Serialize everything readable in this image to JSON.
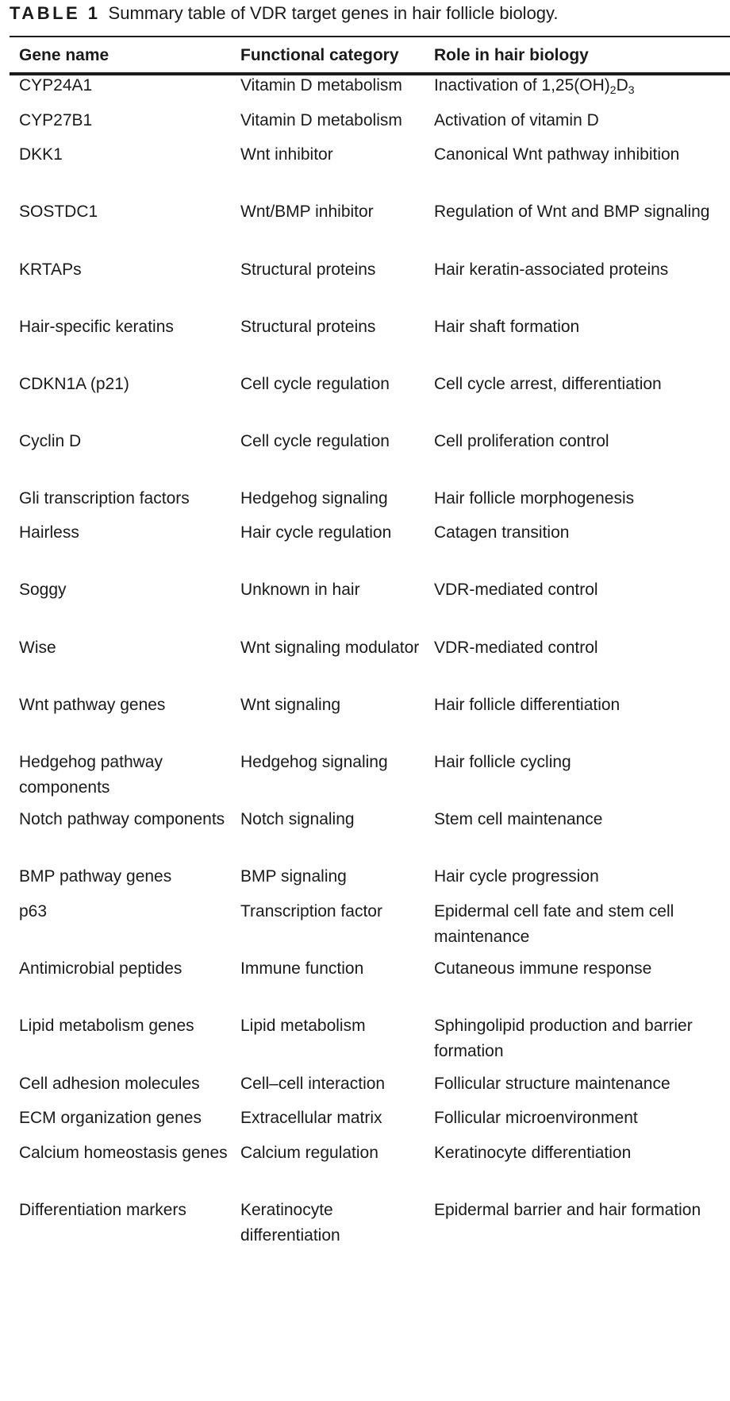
{
  "caption": {
    "label": "TABLE 1",
    "title": "Summary table of VDR target genes in hair follicle biology."
  },
  "columns": [
    "Gene name",
    "Functional category",
    "Role in hair biology"
  ],
  "rows": [
    {
      "gene": "CYP24A1",
      "category": "Vitamin D metabolism",
      "role": "Inactivation of 1,25(OH)",
      "role_sub1": "2",
      "role_mid": "D",
      "role_sub2": "3"
    },
    {
      "gene": "CYP27B1",
      "category": "Vitamin D metabolism",
      "role": "Activation of vitamin D"
    },
    {
      "gene": "DKK1",
      "category": "Wnt inhibitor",
      "role": "Canonical Wnt pathway inhibition"
    },
    {
      "gene": "SOSTDC1",
      "category": "Wnt/BMP inhibitor",
      "role": "Regulation of Wnt and BMP signaling"
    },
    {
      "gene": "KRTAPs",
      "category": "Structural proteins",
      "role": "Hair keratin-associated proteins"
    },
    {
      "gene": "Hair-specific keratins",
      "category": "Structural proteins",
      "role": "Hair shaft formation"
    },
    {
      "gene": "CDKN1A (p21)",
      "category": "Cell cycle regulation",
      "role": "Cell cycle arrest, differentiation"
    },
    {
      "gene": "Cyclin D",
      "category": "Cell cycle regulation",
      "role": "Cell proliferation control"
    },
    {
      "gene": "Gli transcription factors",
      "category": "Hedgehog signaling",
      "role": "Hair follicle morphogenesis"
    },
    {
      "gene": "Hairless",
      "category": "Hair cycle regulation",
      "role": "Catagen transition"
    },
    {
      "gene": "Soggy",
      "category": "Unknown in hair",
      "role": "VDR-mediated control"
    },
    {
      "gene": "Wise",
      "category": "Wnt signaling modulator",
      "role": "VDR-mediated control"
    },
    {
      "gene": "Wnt pathway genes",
      "category": "Wnt signaling",
      "role": "Hair follicle differentiation"
    },
    {
      "gene": "Hedgehog pathway components",
      "category": "Hedgehog signaling",
      "role": "Hair follicle cycling"
    },
    {
      "gene": "Notch pathway components",
      "category": "Notch signaling",
      "role": "Stem cell maintenance"
    },
    {
      "gene": "BMP pathway genes",
      "category": "BMP signaling",
      "role": "Hair cycle progression"
    },
    {
      "gene": "p63",
      "category": "Transcription factor",
      "role": "Epidermal cell fate and stem cell maintenance"
    },
    {
      "gene": "Antimicrobial peptides",
      "category": "Immune function",
      "role": "Cutaneous immune response"
    },
    {
      "gene": "Lipid metabolism genes",
      "category": "Lipid metabolism",
      "role": "Sphingolipid production and barrier formation"
    },
    {
      "gene": "Cell adhesion molecules",
      "category": "Cell–cell interaction",
      "role": "Follicular structure maintenance"
    },
    {
      "gene": "ECM organization genes",
      "category": "Extracellular matrix",
      "role": "Follicular microenvironment"
    },
    {
      "gene": "Calcium homeostasis genes",
      "category": "Calcium regulation",
      "role": "Keratinocyte differentiation"
    },
    {
      "gene": "Differentiation markers",
      "category": "Keratinocyte differentiation",
      "role": "Epidermal barrier and hair formation"
    }
  ]
}
